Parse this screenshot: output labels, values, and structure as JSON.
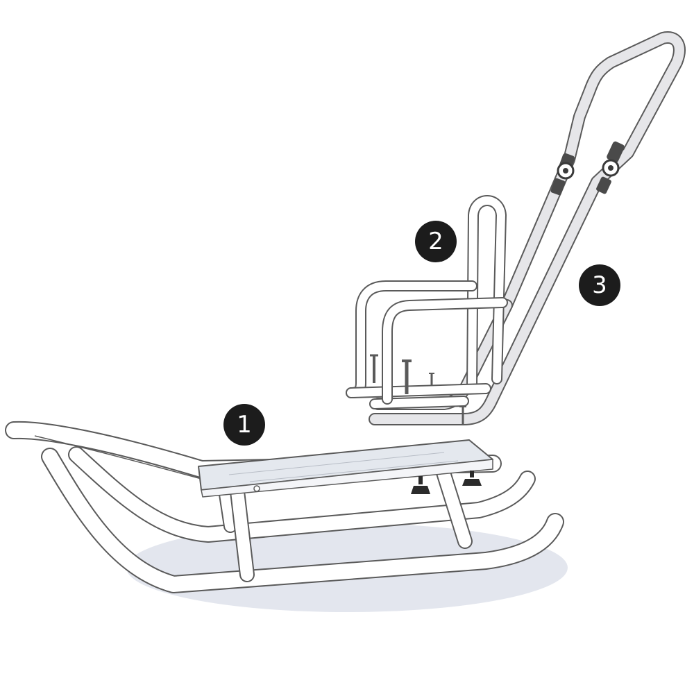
{
  "figure": {
    "subject": "sled",
    "parts": [
      {
        "number": "1",
        "part": "sled-base"
      },
      {
        "number": "2",
        "part": "seat-backrest"
      },
      {
        "number": "3",
        "part": "push-handle"
      }
    ]
  },
  "colors": {
    "badge_fill": "#1c1c1c",
    "badge_text": "#ffffff",
    "tube_stroke": "#5a5a5a",
    "tube_fill": "#ffffff",
    "handle_fill": "#e6e6e9",
    "seat_board_fill": "#e4e8ee",
    "shadow": "#e3e6ee",
    "knob": "#2b2b2b"
  }
}
